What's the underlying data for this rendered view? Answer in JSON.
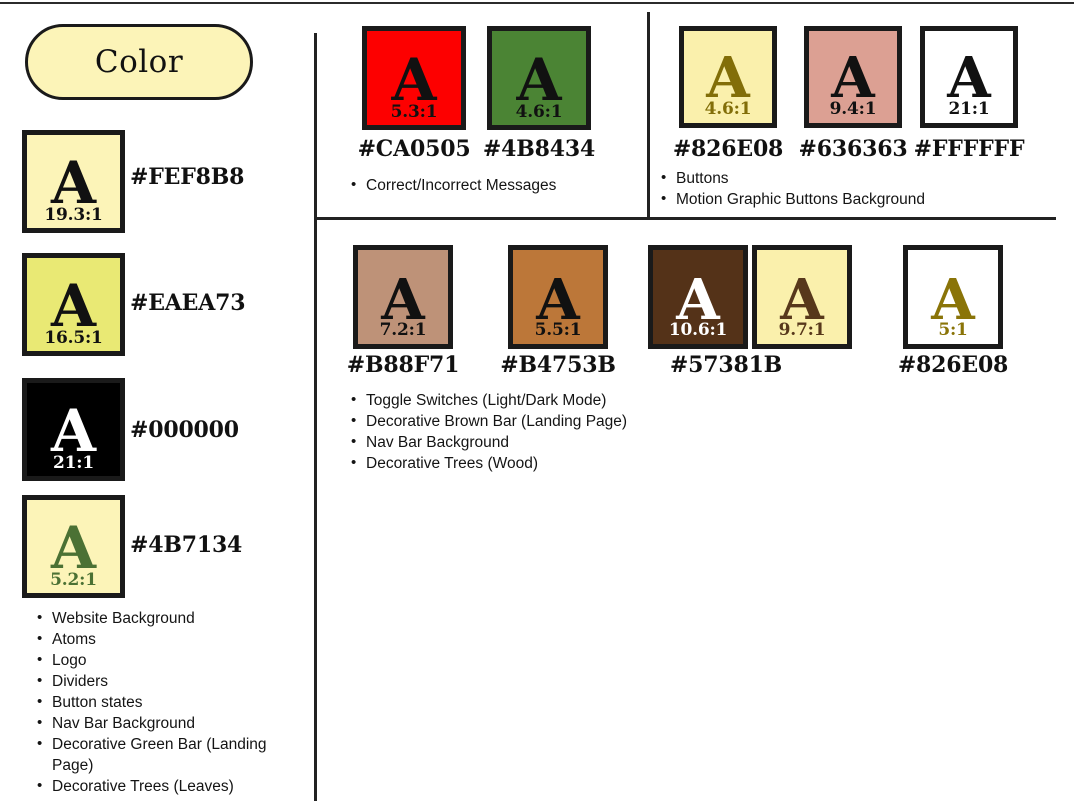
{
  "header": {
    "title": "Color"
  },
  "palette_left": {
    "swatches": [
      {
        "hex": "#FEF8B8",
        "ratio": "19.3:1",
        "glyph": "A",
        "bg": "#FCF4B8",
        "fg": "#111111"
      },
      {
        "hex": "#EAEA73",
        "ratio": "16.5:1",
        "glyph": "A",
        "bg": "#E9E974",
        "fg": "#111111"
      },
      {
        "hex": "#000000",
        "ratio": "21:1",
        "glyph": "A",
        "bg": "#000000",
        "fg": "#FFFFFF"
      },
      {
        "hex": "#4B7134",
        "ratio": "5.2:1",
        "glyph": "A",
        "bg": "#FCF4B8",
        "fg": "#4B7134"
      }
    ],
    "usage": [
      "Website Background",
      "Atoms",
      "Logo",
      "Dividers",
      "Button states",
      "Nav Bar Background",
      "Decorative Green Bar (Landing Page)",
      "Decorative Trees (Leaves)"
    ]
  },
  "palette_messages": {
    "swatches": [
      {
        "hex": "#CA0505",
        "ratio": "5.3:1",
        "glyph": "A",
        "bg": "#FD0000",
        "fg": "#111111"
      },
      {
        "hex": "#4B8434",
        "ratio": "4.6:1",
        "glyph": "A",
        "bg": "#4B8434",
        "fg": "#111111"
      }
    ],
    "usage": [
      "Correct/Incorrect Messages"
    ]
  },
  "palette_buttons": {
    "swatches": [
      {
        "hex": "#826E08",
        "ratio": "4.6:1",
        "glyph": "A",
        "bg": "#FAF0AC",
        "fg": "#826E08"
      },
      {
        "hex": "#636363",
        "ratio": "9.4:1",
        "glyph": "A",
        "bg": "#DCA093",
        "fg": "#111111"
      },
      {
        "hex": "#FFFFFF",
        "ratio": "21:1",
        "glyph": "A",
        "bg": "#FFFFFF",
        "fg": "#111111"
      }
    ],
    "usage": [
      "Buttons",
      "Motion Graphic Buttons Background"
    ]
  },
  "palette_browns": {
    "swatches": [
      {
        "hex": "#B88F71",
        "ratio": "7.2:1",
        "glyph": "A",
        "bg": "#BE9278",
        "fg": "#111111"
      },
      {
        "hex": "#B4753B",
        "ratio": "5.5:1",
        "glyph": "A",
        "bg": "#BC7739",
        "fg": "#111111"
      },
      {
        "hex": "#57381B",
        "ratio": "10.6:1",
        "glyph": "A",
        "bg": "#543218",
        "fg": "#FFFFFF"
      },
      {
        "hex": "",
        "ratio": "9.7:1",
        "glyph": "A",
        "bg": "#FAF0AC",
        "fg": "#57381B"
      },
      {
        "hex": "#826E08",
        "ratio": "5:1",
        "glyph": "A",
        "bg": "#FFFFFF",
        "fg": "#8A7408"
      }
    ],
    "usage": [
      "Toggle Switches (Light/Dark Mode)",
      "Decorative Brown Bar (Landing Page)",
      "Nav Bar Background",
      "Decorative Trees (Wood)"
    ]
  }
}
